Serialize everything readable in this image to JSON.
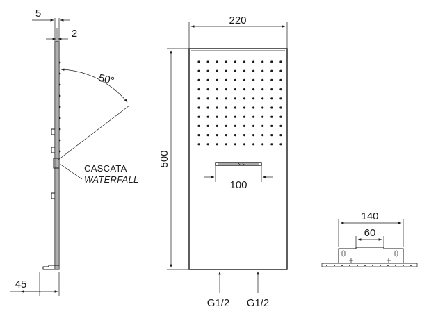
{
  "side_view": {
    "dim_top_outer": "5",
    "dim_top_inner": "2",
    "angle": "50°",
    "label_it": "CASCATA",
    "label_en": "WATERFALL",
    "dim_bottom": "45"
  },
  "front_view": {
    "dim_width": "220",
    "dim_height": "500",
    "dim_slot": "100",
    "inlet_left": "G1/2",
    "inlet_right": "G1/2"
  },
  "bracket_view": {
    "dim_outer": "140",
    "dim_inner": "60"
  }
}
